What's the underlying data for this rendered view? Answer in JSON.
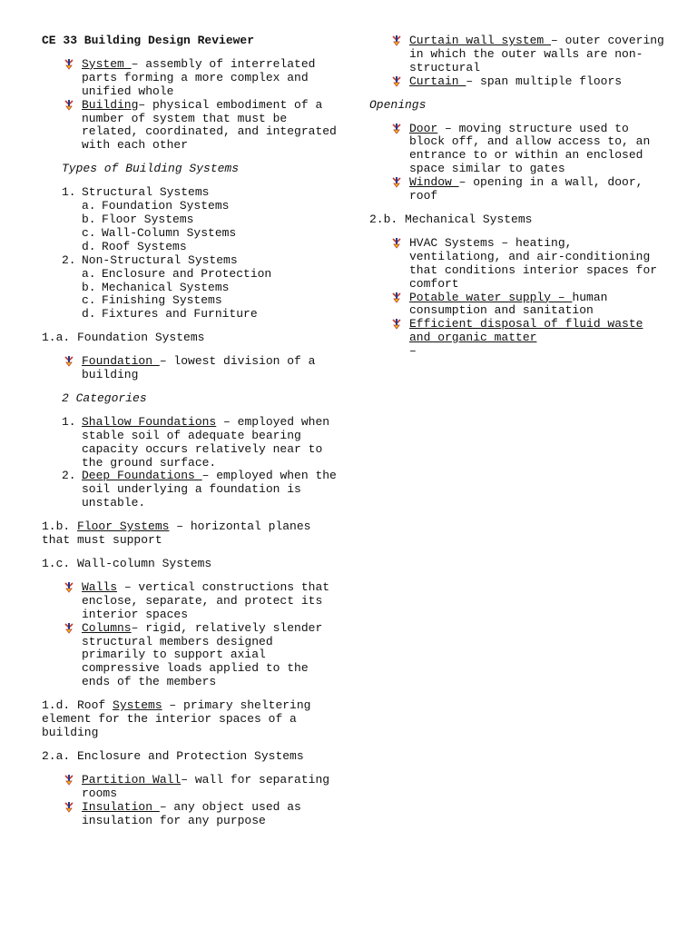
{
  "title": "CE 33 Building Design Reviewer",
  "intro_items": [
    {
      "term": " System ",
      "def": "– assembly of interrelated parts forming a more complex and unified whole"
    },
    {
      "term": " Building",
      "def": "– physical embodiment of a number of system that must be related, coordinated, and integrated with each other"
    }
  ],
  "types_heading": "Types of Building Systems",
  "types": [
    {
      "num": "1.",
      "label": "Structural Systems",
      "subs": [
        {
          "num": "a.",
          "label": "Foundation Systems"
        },
        {
          "num": "b.",
          "label": "Floor Systems"
        },
        {
          "num": "c.",
          "label": "Wall-Column Systems"
        },
        {
          "num": "d.",
          "label": "Roof Systems"
        }
      ]
    },
    {
      "num": "2.",
      "label": "Non-Structural Systems",
      "subs": [
        {
          "num": "a.",
          "label": "Enclosure and Protection"
        },
        {
          "num": "b.",
          "label": "Mechanical Systems"
        },
        {
          "num": "c.",
          "label": "Finishing Systems"
        },
        {
          "num": "d.",
          "label": "Fixtures and Furniture"
        }
      ]
    }
  ],
  "s1a": {
    "heading": "1.a. Foundation Systems",
    "item_term": " Foundation ",
    "item_def": "– lowest division of a building",
    "categories_heading": "2 Categories",
    "categories": [
      {
        "num": "1.",
        "term": "Shallow Foundations",
        "def": " – employed when stable soil of adequate bearing capacity occurs relatively near to the ground surface."
      },
      {
        "num": "2.",
        "term": "Deep Foundations ",
        "def": "– employed when the soil underlying a foundation is unstable."
      }
    ]
  },
  "s1b": {
    "prefix": "1.b. ",
    "term": "Floor Systems",
    "def": " – horizontal planes that must support"
  },
  "s1c": {
    "heading": "1.c. Wall-column Systems",
    "items": [
      {
        "term": " Walls",
        "def": " – vertical constructions that enclose, separate, and protect its interior spaces"
      },
      {
        "term": " Columns",
        "def": "– rigid, relatively slender structural members designed primarily to support axial compressive loads applied to the ends of the members"
      }
    ]
  },
  "s1d": {
    "prefix": "1.d. Roof ",
    "term": "Systems",
    "def": " – primary sheltering element for the interior spaces of a building"
  },
  "s2a": {
    "heading": "2.a. Enclosure and Protection Systems",
    "items": [
      {
        "term": " Partition Wall",
        "def": "– wall for separating rooms"
      },
      {
        "term": " Insulation ",
        "def": "– any object used as insulation for any purpose"
      }
    ]
  },
  "right_top_items": [
    {
      "term": " Curtain wall system ",
      "def": "– outer covering in which the outer walls are non-structural"
    },
    {
      "term": " Curtain ",
      "def": "– span multiple floors"
    }
  ],
  "openings": {
    "heading": "Openings",
    "items": [
      {
        "term": " Door",
        "def": " – moving structure used to block off, and allow access to, an entrance to or within an enclosed space similar to gates"
      },
      {
        "term": " Window ",
        "def": "– opening in a wall, door, roof"
      }
    ]
  },
  "s2b": {
    "heading": "2.b. Mechanical Systems",
    "items": [
      {
        "term": "",
        "def": "HVAC Systems – heating, ventilationg, and air-conditioning that conditions interior spaces for comfort"
      },
      {
        "term": " Potable water supply – ",
        "def": "human consumption and sanitation"
      },
      {
        "term": " Efficient disposal of fluid waste and organic matter",
        "def": ""
      },
      {
        "term": "",
        "def": "–"
      }
    ]
  },
  "colors": {
    "arrow_red": "#c0392b",
    "arrow_blue": "#1f3a93",
    "arrow_yellow": "#f1c40f"
  }
}
